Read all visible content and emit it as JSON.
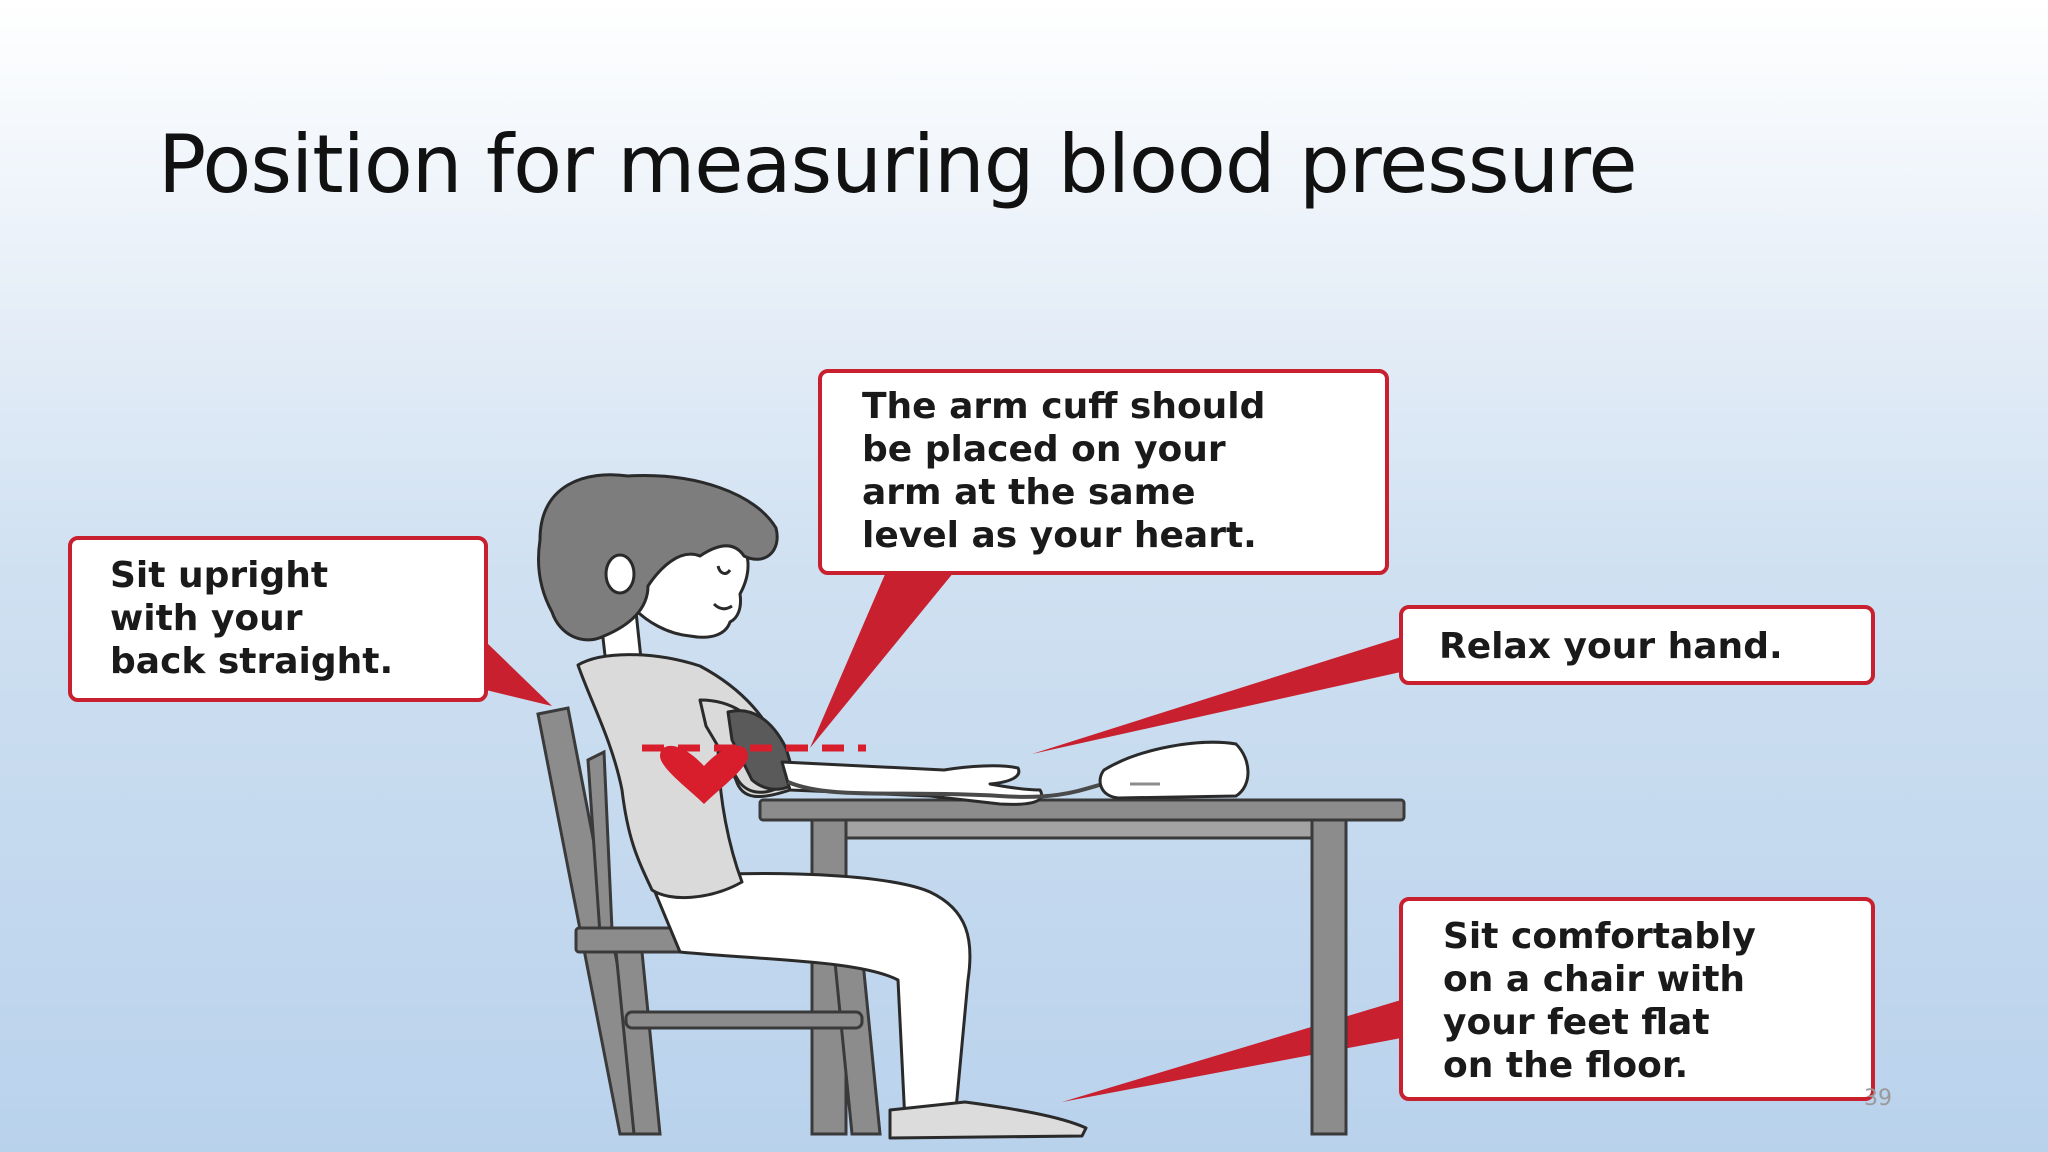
{
  "slide": {
    "title": "Position for measuring blood pressure",
    "page_number": "39"
  },
  "callouts": {
    "upright": [
      "Sit upright",
      "with your",
      "back straight."
    ],
    "cuff": [
      "The arm cuff should",
      "be placed on your",
      "arm at the same",
      "level as your heart."
    ],
    "hand": [
      "Relax your hand."
    ],
    "feet": [
      "Sit comfortably",
      "on a chair with",
      "your feet flat",
      "on the floor."
    ]
  },
  "colors": {
    "callout_border": "#c8202e",
    "heart": "#d81e2c",
    "furniture": "#8c8c8c"
  },
  "icons": [
    "person-illustration",
    "heart-icon",
    "blood-pressure-monitor-icon",
    "chair",
    "table"
  ]
}
